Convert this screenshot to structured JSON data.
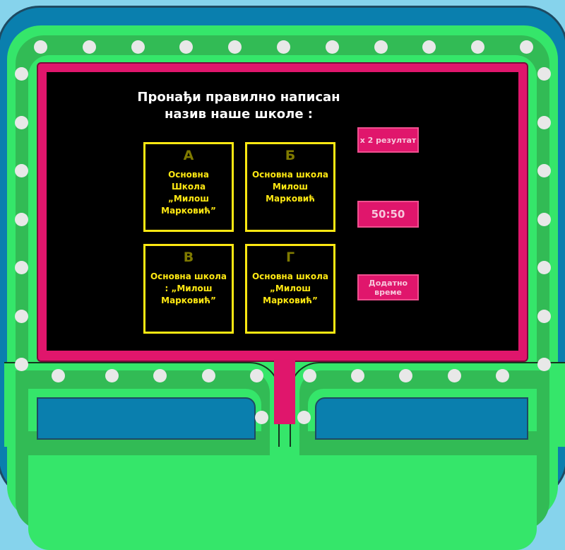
{
  "question": {
    "line1": "Пронађи правилно написан",
    "line2": "назив наше школе :"
  },
  "answers": [
    {
      "letter": "А",
      "text": "Основна Школа „Милош Марковић”"
    },
    {
      "letter": "Б",
      "text": "Основна школа Милош Марковић"
    },
    {
      "letter": "В",
      "text": "Основна школа : „Милош Марковић”"
    },
    {
      "letter": "Г",
      "text": "Основна школа „Милош Марковић”"
    }
  ],
  "powerups": {
    "double": "x 2 резултат",
    "fifty": "50:50",
    "time": "Додатно време"
  },
  "colors": {
    "pink": "#e0166c",
    "green": "#35e66a",
    "blue": "#0a7fae",
    "yellow": "#ffe812"
  }
}
